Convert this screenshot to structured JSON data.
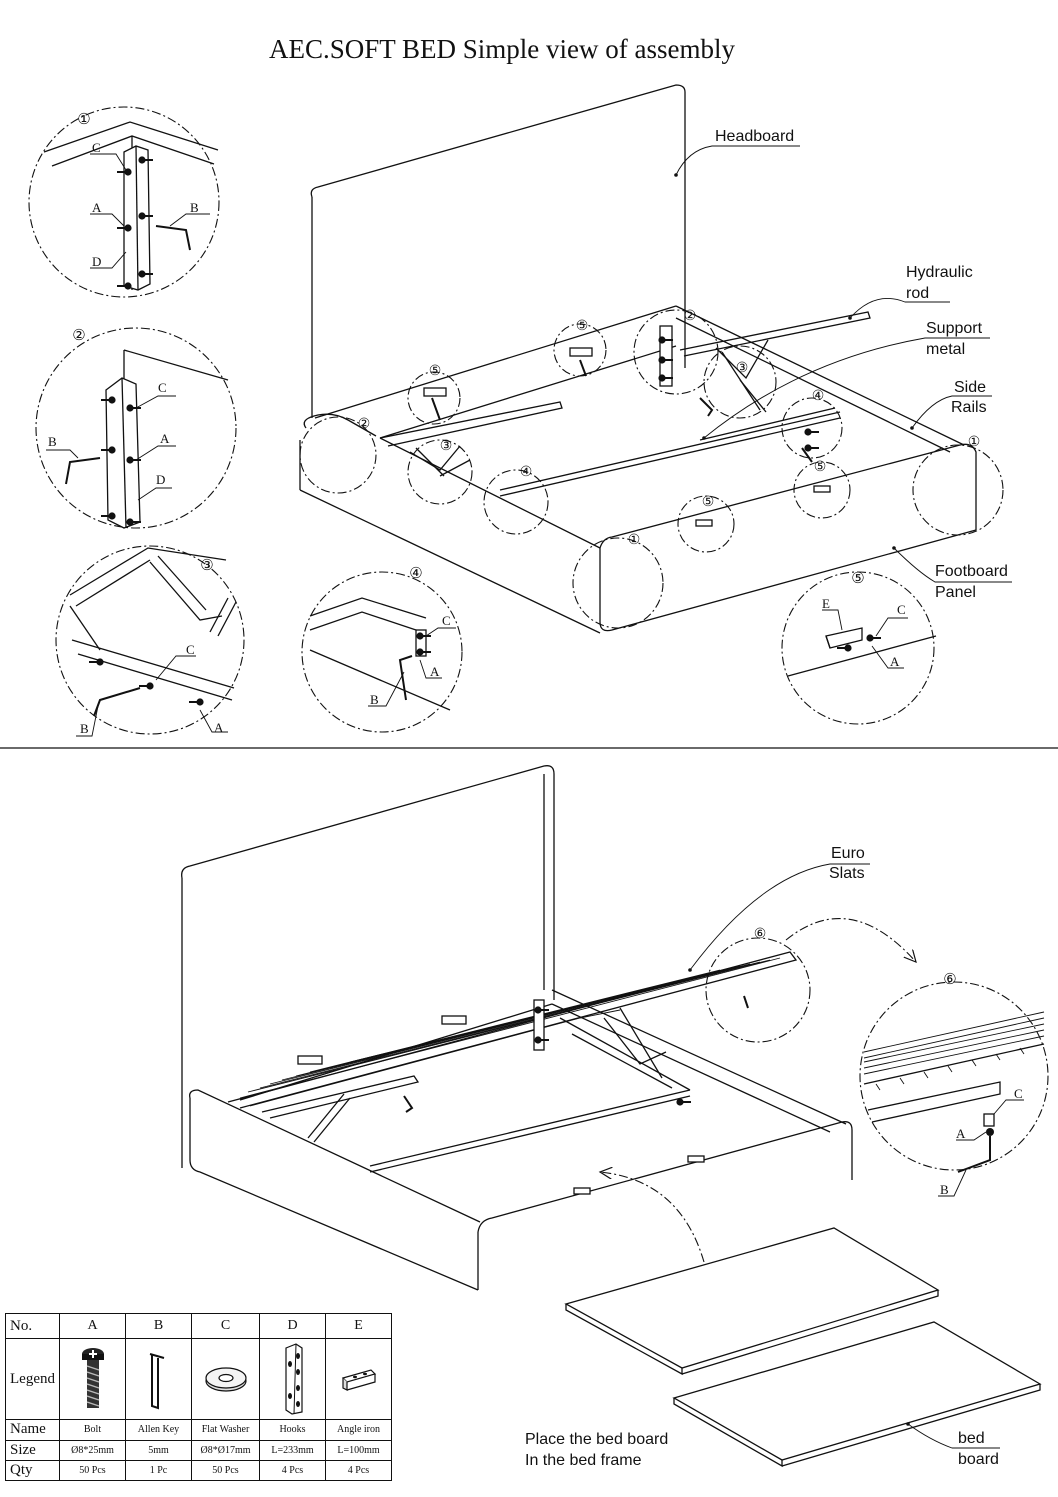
{
  "title": "AEC.SOFT BED Simple view of assembly",
  "labels": {
    "headboard": "Headboard",
    "hydraulic_1": "Hydraulic",
    "hydraulic_2": "rod",
    "support_1": "Support",
    "support_2": "metal",
    "side_1": "Side",
    "side_2": "Rails",
    "footboard_1": "Footboard",
    "footboard_2": "Panel",
    "euro_1": "Euro",
    "euro_2": "Slats",
    "place_1": "Place the bed board",
    "place_2": "In the bed frame",
    "bedboard_1": "bed",
    "bedboard_2": "board"
  },
  "steps": [
    "①",
    "②",
    "③",
    "④",
    "⑤",
    "⑥"
  ],
  "parts": {
    "A": "A",
    "B": "B",
    "C": "C",
    "D": "D",
    "E": "E"
  },
  "legend": {
    "row_labels": [
      "No.",
      "Legend",
      "Name",
      "Size",
      "Qty"
    ],
    "columns": [
      {
        "no": "A",
        "name": "Bolt",
        "size": "Ø8*25mm",
        "qty": "50 Pcs",
        "icon": "bolt-icon"
      },
      {
        "no": "B",
        "name": "Allen Key",
        "size": "5mm",
        "qty": "1 Pc",
        "icon": "allen-key-icon"
      },
      {
        "no": "C",
        "name": "Flat Washer",
        "size": "Ø8*Ø17mm",
        "qty": "50 Pcs",
        "icon": "flat-washer-icon"
      },
      {
        "no": "D",
        "name": "Hooks",
        "size": "L=233mm",
        "qty": "4 Pcs",
        "icon": "hook-bracket-icon"
      },
      {
        "no": "E",
        "name": "Angle iron",
        "size": "L=100mm",
        "qty": "4 Pcs",
        "icon": "angle-iron-icon"
      }
    ]
  }
}
